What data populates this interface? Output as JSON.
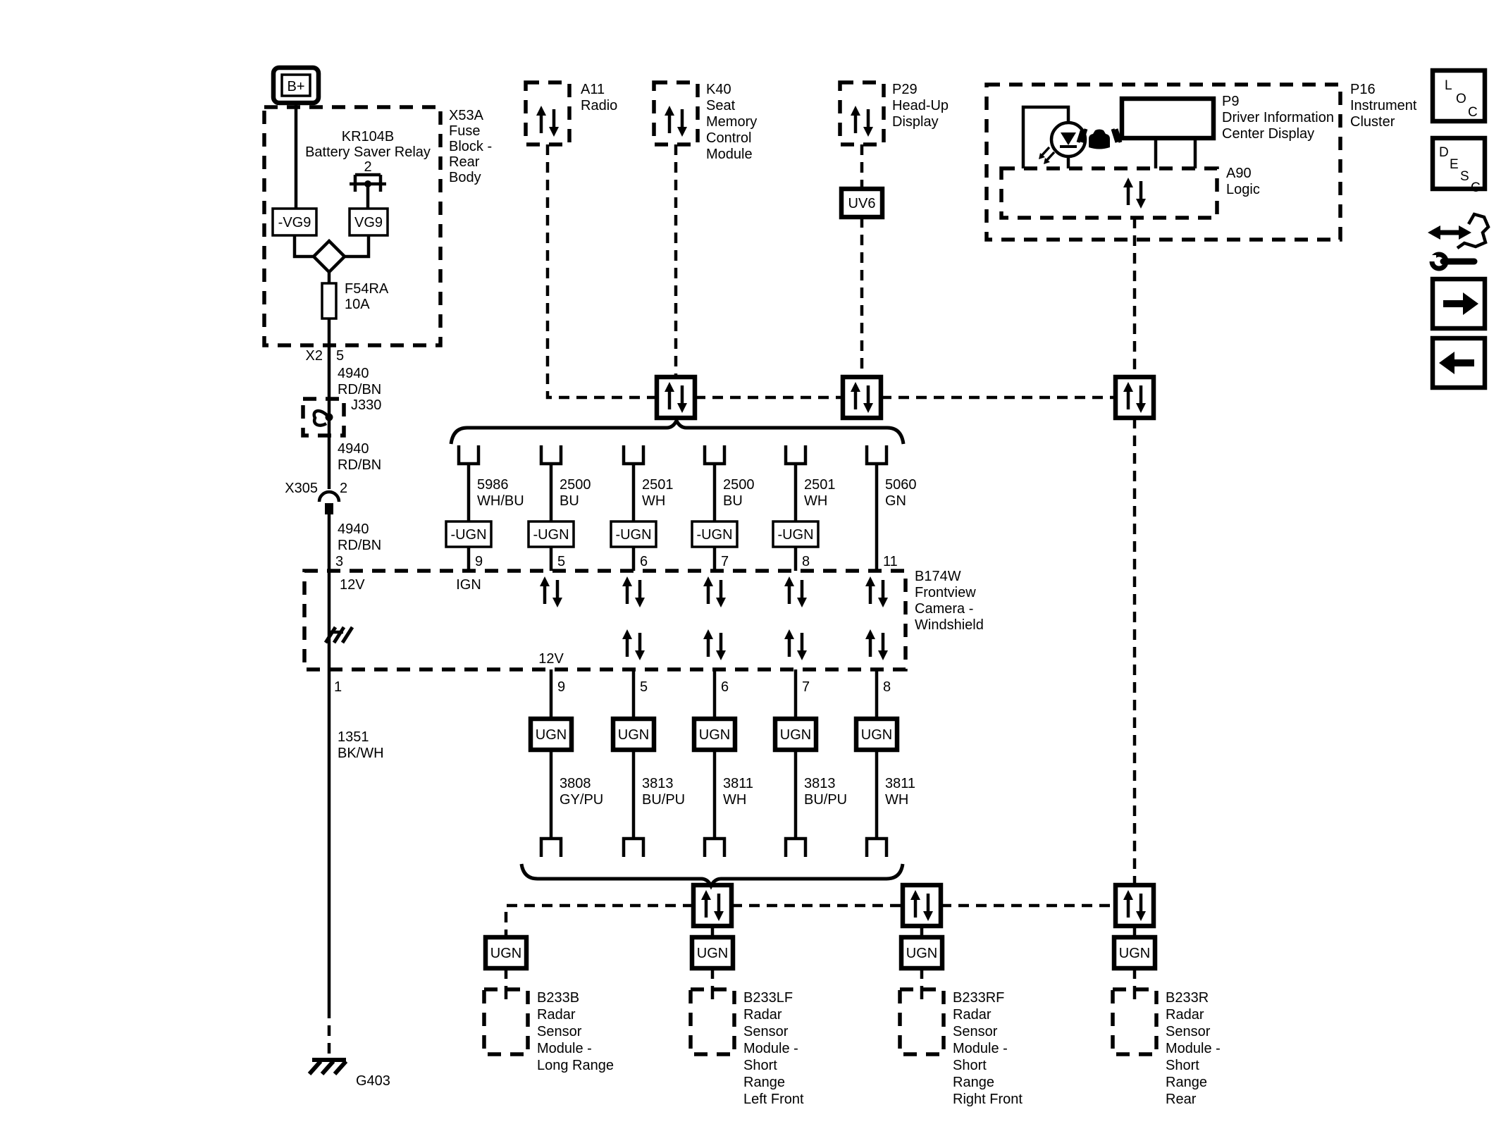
{
  "colors": {
    "line": "#000000",
    "background": "#ffffff"
  },
  "power": {
    "b_plus": "B+"
  },
  "fuse_block": {
    "name": [
      "X53A",
      "Fuse",
      "Block -",
      "Rear",
      "Body"
    ],
    "relay_id": "KR104B",
    "relay_name": "Battery Saver Relay",
    "relay_pin": "2",
    "output_left": "-VG9",
    "output_right": "VG9",
    "fuse_id": "F54RA",
    "fuse_rating": "10A",
    "out_connector": "X2",
    "out_pin": "5"
  },
  "battery_wire": {
    "num": "4940",
    "color": "RD/BN"
  },
  "splice_id": "J330",
  "inline_connector": {
    "name": "X305",
    "pin": "2"
  },
  "camera": {
    "power_pin": "3",
    "power_label": "12V",
    "ign_label": "IGN",
    "out_power_label": "12V",
    "ground_pin": "1",
    "top_pins": [
      "9",
      "5",
      "6",
      "7",
      "8",
      "11"
    ],
    "bottom_pins": [
      "9",
      "5",
      "6",
      "7",
      "8"
    ],
    "label": [
      "B174W",
      "Frontview",
      "Camera -",
      "Windshield"
    ]
  },
  "top_columns": [
    {
      "num": "5986",
      "color": "WH/BU",
      "terminal": "-UGN"
    },
    {
      "num": "2500",
      "color": "BU",
      "terminal": "-UGN"
    },
    {
      "num": "2501",
      "color": "WH",
      "terminal": "-UGN"
    },
    {
      "num": "2500",
      "color": "BU",
      "terminal": "-UGN"
    },
    {
      "num": "2501",
      "color": "WH",
      "terminal": "-UGN"
    },
    {
      "num": "5060",
      "color": "GN",
      "terminal": ""
    }
  ],
  "bottom_columns": [
    {
      "num": "3808",
      "color": "GY/PU",
      "terminal": "UGN"
    },
    {
      "num": "3813",
      "color": "BU/PU",
      "terminal": "UGN"
    },
    {
      "num": "3811",
      "color": "WH",
      "terminal": "UGN"
    },
    {
      "num": "3813",
      "color": "BU/PU",
      "terminal": "UGN"
    },
    {
      "num": "3811",
      "color": "WH",
      "terminal": "UGN"
    }
  ],
  "ground_wire": {
    "num": "1351",
    "color": "BK/WH"
  },
  "ground_id": "G403",
  "modules": {
    "radio": [
      "A11",
      "Radio"
    ],
    "seat_memory": [
      "K40",
      "Seat",
      "Memory",
      "Control",
      "Module"
    ],
    "hud": [
      "P29",
      "Head-Up",
      "Display"
    ],
    "hud_option": "UV6",
    "cluster": [
      "P16",
      "Instrument",
      "Cluster"
    ],
    "dic": [
      "P9",
      "Driver Information",
      "Center Display"
    ],
    "logic": [
      "A90",
      "Logic"
    ]
  },
  "radar_modules": [
    {
      "terminal": "UGN",
      "lines": [
        "B233B",
        "Radar",
        "Sensor",
        "Module -",
        "Long Range"
      ]
    },
    {
      "terminal": "UGN",
      "lines": [
        "B233LF",
        "Radar",
        "Sensor",
        "Module -",
        "Short",
        "Range",
        "Left Front"
      ]
    },
    {
      "terminal": "UGN",
      "lines": [
        "B233RF",
        "Radar",
        "Sensor",
        "Module -",
        "Short",
        "Range",
        "Right Front"
      ]
    },
    {
      "terminal": "UGN",
      "lines": [
        "B233R",
        "Radar",
        "Sensor",
        "Module -",
        "Short",
        "Range",
        "Rear"
      ]
    }
  ],
  "toolbar": {
    "loc": [
      "L",
      "O",
      "C"
    ],
    "desc": [
      "D",
      "E",
      "S",
      "C"
    ]
  }
}
